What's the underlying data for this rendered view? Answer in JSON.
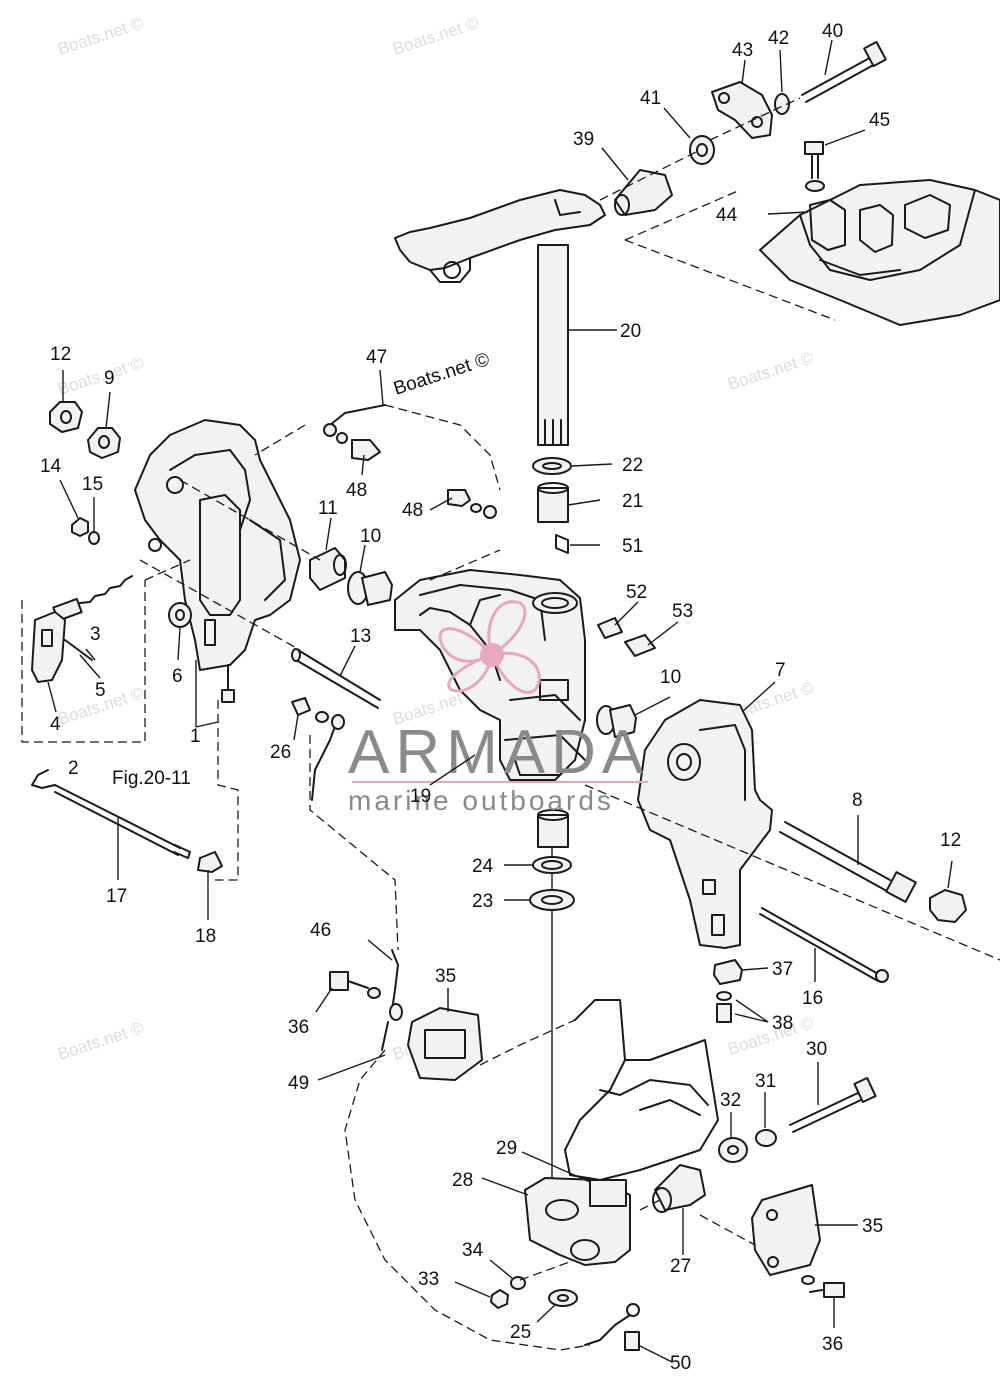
{
  "watermarks": {
    "main": "Boats.net ©",
    "faint": "Boats.net ©"
  },
  "brand": {
    "title": "ARMADA",
    "subtitle": "marine outboards",
    "accent_color": "#e6a7c3",
    "text_color": "#8a8a8a"
  },
  "figure_ref": "Fig.20-11",
  "callouts": [
    "1",
    "2",
    "3",
    "4",
    "5",
    "6",
    "7",
    "8",
    "9",
    "10",
    "10",
    "11",
    "12",
    "12",
    "13",
    "14",
    "15",
    "16",
    "17",
    "18",
    "19",
    "20",
    "21",
    "22",
    "23",
    "24",
    "25",
    "26",
    "27",
    "28",
    "29",
    "30",
    "31",
    "32",
    "33",
    "34",
    "35",
    "35",
    "36",
    "36",
    "37",
    "38",
    "39",
    "40",
    "41",
    "42",
    "43",
    "44",
    "45",
    "46",
    "47",
    "48",
    "48",
    "49",
    "50",
    "51",
    "52",
    "53"
  ]
}
